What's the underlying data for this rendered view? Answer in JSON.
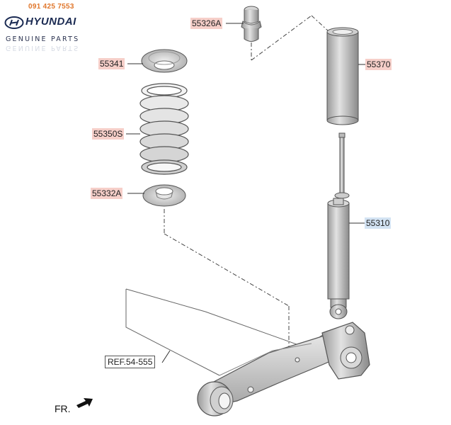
{
  "brand": {
    "phone": "091 425 7553",
    "logo_text": "HYUNDAI",
    "tagline": "GENUINE PARTS"
  },
  "parts": {
    "p55326a": "55326A",
    "p55341": "55341",
    "p55370": "55370",
    "p55350s": "55350S",
    "p55332a": "55332A",
    "p55310": "55310"
  },
  "reference": "REF.54-555",
  "direction": "FR.",
  "colors": {
    "label_red": "#f6cfc9",
    "label_blue": "#d3e3f3",
    "phone": "#e0762b",
    "logo": "#1a2a52"
  }
}
